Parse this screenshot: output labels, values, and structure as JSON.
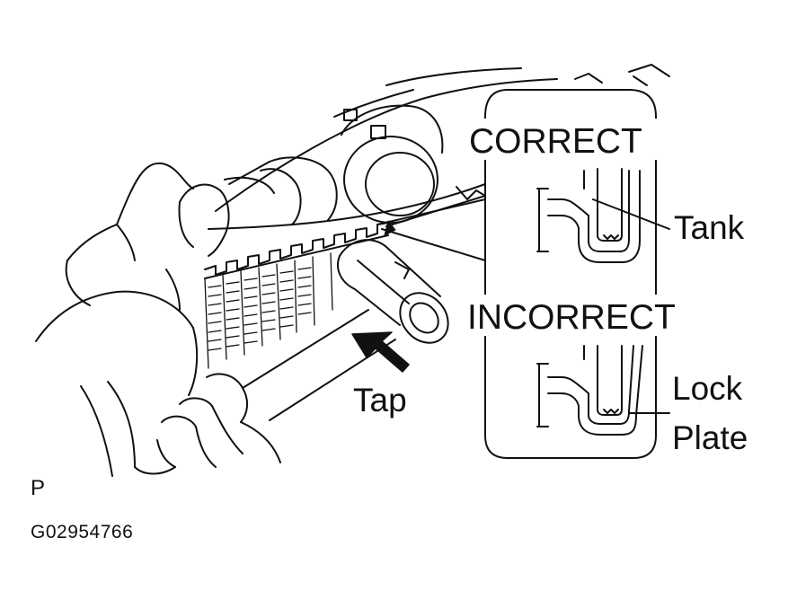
{
  "labels": {
    "correct": "CORRECT",
    "incorrect": "INCORRECT",
    "tank": "Tank",
    "lock": "Lock",
    "plate": "Plate",
    "tap": "Tap"
  },
  "footer": {
    "view_code": "P",
    "figure_id": "G02954766"
  },
  "colors": {
    "line": "#111111",
    "background": "#ffffff"
  }
}
